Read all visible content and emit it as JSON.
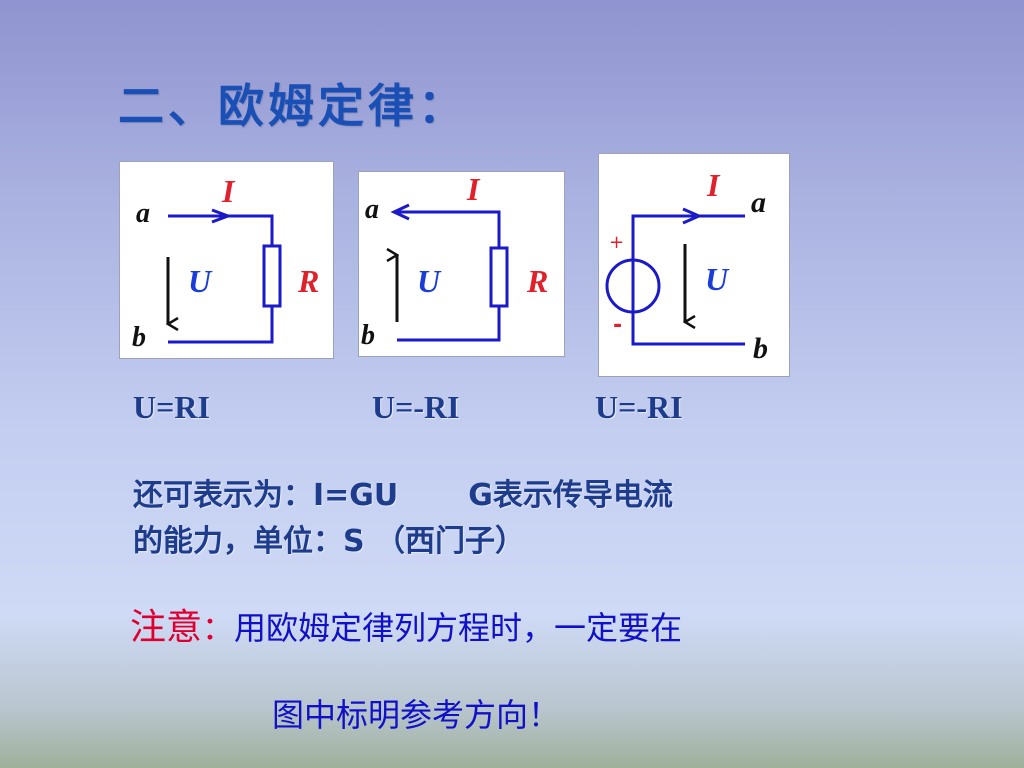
{
  "title": "二、欧姆定律：",
  "diagrams": [
    {
      "node_top": "a",
      "node_bottom": "b",
      "current": "I",
      "voltage": "U",
      "resistor": "R"
    },
    {
      "node_top": "a",
      "node_bottom": "b",
      "current": "I",
      "voltage": "U",
      "resistor": "R"
    },
    {
      "node_top": "a",
      "node_bottom": "b",
      "current": "I",
      "voltage": "U",
      "plus": "+",
      "minus": "-"
    }
  ],
  "formulas": [
    "U=RI",
    "U=-RI",
    "U=-RI"
  ],
  "text": {
    "line1_a": "还可表示为：I=GU",
    "line1_b": "G表示传导电流",
    "line2": "的能力，单位：S （西门子）"
  },
  "note": {
    "label": "注意",
    "colon": "：",
    "line1": "用欧姆定律列方程时，一定要在",
    "line2": "图中标明参考方向！"
  },
  "colors": {
    "wire": "#1a1ac8",
    "current_label": "#e0202a",
    "voltage_label": "#1a3cd8",
    "node_label": "#111111"
  }
}
